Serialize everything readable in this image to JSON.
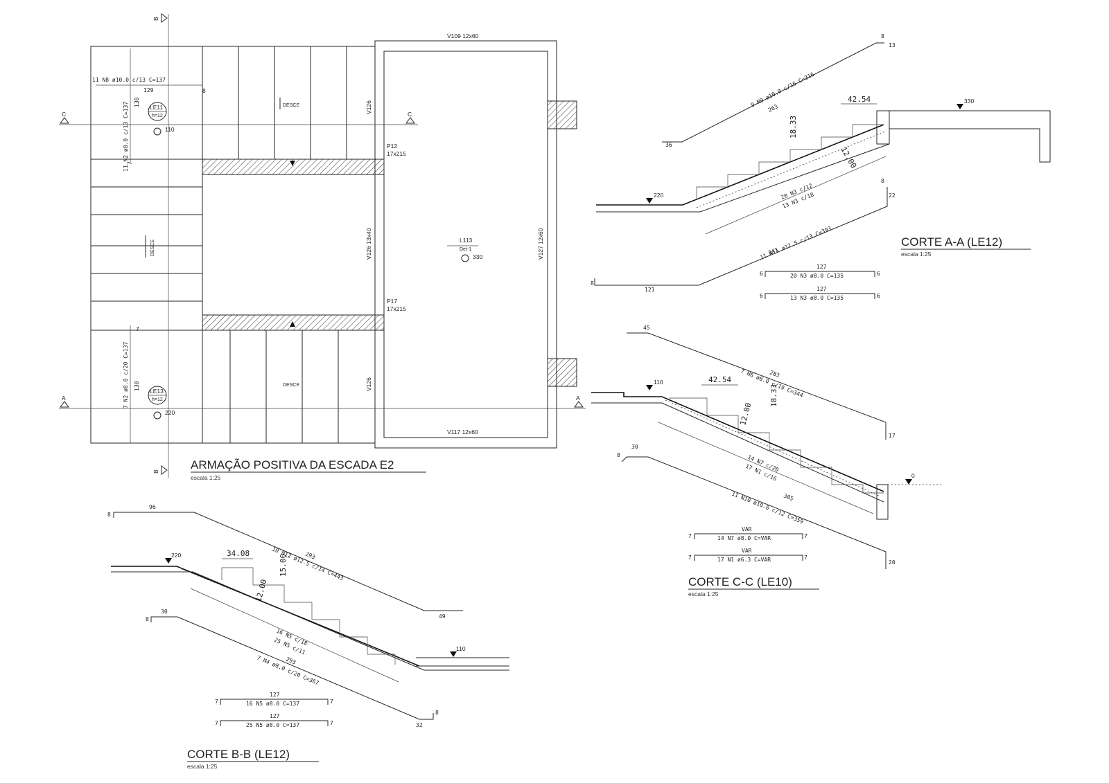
{
  "plan": {
    "title": "ARMAÇÃO POSITIVA DA ESCADA E2",
    "scale": "escala 1:25",
    "section_marks": [
      "B",
      "B",
      "C",
      "C",
      "A",
      "A"
    ],
    "beams": {
      "v109": "V109 12x60",
      "v117": "V117 12x60",
      "v127": "V127 12x60",
      "v126_mid": "V126 13x40",
      "v126_top": "V126",
      "v126_bot": "V126"
    },
    "pillars": {
      "p12": "P12",
      "p12_dim": "17x215",
      "p17": "P17",
      "p17_dim": "17x215"
    },
    "slab": {
      "label": "L113",
      "detail": "Det-1",
      "level": "330"
    },
    "le11": {
      "label": "LE11",
      "h": "h=12",
      "level": "110"
    },
    "le13": {
      "label": "LE13",
      "h": "h=12",
      "level": "220"
    },
    "desce": [
      "DESCE",
      "DESCE",
      "DESCE"
    ],
    "bar_n8": "11 N8 ø10.0 c/13  C=137",
    "bar_n8_len": "129",
    "bar_n8_hook": "8",
    "bar_n2a": "11 N2 ø8.0 c/13  C=137",
    "bar_n2a_len": "130",
    "bar_n2a_hook": "7",
    "bar_n2b": "7 N2 ø8.0 c/20  C=137",
    "bar_n2b_len": "130",
    "bar_n2b_hook": "7"
  },
  "corte_aa": {
    "title": "CORTE A-A (LE12)",
    "scale": "escala 1:25",
    "levels": [
      "330",
      "220"
    ],
    "dims": [
      "42.54",
      "18.33",
      "12.00"
    ],
    "bar_n9": "9 N9 ø10.0 c/16  C=316",
    "bar_n9_len": "263",
    "bar_n9_start": "36",
    "bar_n9_hook": "8",
    "bar_n9_end": "13",
    "bar_n11": "11 N11 ø12.5 c/13  C=393",
    "bar_n11_len": "241",
    "bar_n11_start": "121",
    "bar_n11_hook_l": "8",
    "bar_n11_hook_r": "8",
    "bar_n11_end": "22",
    "dist_1": "20 N3 c/12",
    "dist_2": "13 N3 c/18",
    "sched": [
      {
        "len": "127",
        "text": "20 N3 ø8.0  C=135",
        "hl": "6",
        "hr": "6"
      },
      {
        "len": "127",
        "text": "13 N3 ø8.0  C=135",
        "hl": "6",
        "hr": "6"
      }
    ]
  },
  "corte_cc": {
    "title": "CORTE C-C (LE10)",
    "scale": "escala 1:25",
    "levels": [
      "110",
      "0"
    ],
    "dims": [
      "42.54",
      "18.33",
      "12.00"
    ],
    "bar_n6": "7 N6 ø8.0 c/19  C=344",
    "bar_n6_len": "283",
    "bar_n6_start": "45",
    "bar_n6_end": "17",
    "bar_n10": "11 N10 ø10.0 c/12  C=359",
    "bar_n10_len": "305",
    "bar_n10_start": "30",
    "bar_n10_hook": "8",
    "bar_n10_end": "20",
    "dist_1": "14 N7 c/20",
    "dist_2": "17 N1 c/16",
    "sched": [
      {
        "len": "VAR",
        "text": "14 N7 ø8.0  C=VAR",
        "hl": "7",
        "hr": "7"
      },
      {
        "len": "VAR",
        "text": "17 N1 ø6.3  C=VAR",
        "hl": "7",
        "hr": "7"
      }
    ]
  },
  "corte_bb": {
    "title": "CORTE B-B (LE12)",
    "scale": "escala 1:25",
    "levels": [
      "220",
      "110"
    ],
    "dims": [
      "34.08",
      "15.00",
      "12.00"
    ],
    "bar_n12": "10 N12 ø12.5 c/14  C=443",
    "bar_n12_len": "293",
    "bar_n12_start": "96",
    "bar_n12_hook": "8",
    "bar_n12_end": "49",
    "bar_n4": "7 N4 ø8.0 c/20  C=367",
    "bar_n4_len": "293",
    "bar_n4_start": "30",
    "bar_n4_hook_l": "8",
    "bar_n4_hook_r": "8",
    "bar_n4_end": "32",
    "dist_1": "16 N5 c/18",
    "dist_2": "25 N5 c/11",
    "sched": [
      {
        "len": "127",
        "text": "16 N5 ø8.0  C=137",
        "hl": "7",
        "hr": "7"
      },
      {
        "len": "127",
        "text": "25 N5 ø8.0  C=137",
        "hl": "7",
        "hr": "7"
      }
    ]
  }
}
